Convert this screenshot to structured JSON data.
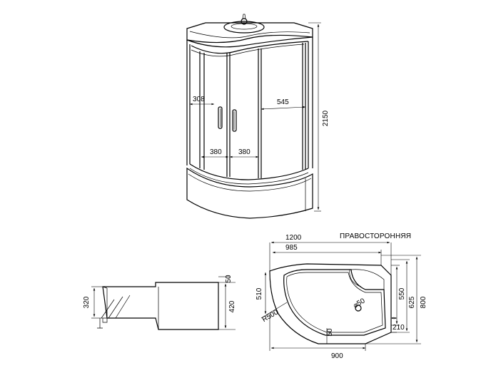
{
  "front_view": {
    "height": "2150",
    "door_width_left": "380",
    "door_width_right": "380",
    "side_panel_width": "308",
    "fixed_panel_width": "545"
  },
  "side_view": {
    "tray_height": "320",
    "apron_height": "420",
    "top_rim": "50"
  },
  "top_view": {
    "title": "ПРАВОСТОРОННЯЯ",
    "overall_length": "1200",
    "inner_length": "985",
    "bottom_length": "900",
    "overall_depth": "800",
    "depth_625": "625",
    "depth_550": "550",
    "left_depth": "510",
    "corner_radius": "R500",
    "drain_diameter": "⌀50",
    "bottom_offset": "50",
    "right_offset": "210"
  }
}
